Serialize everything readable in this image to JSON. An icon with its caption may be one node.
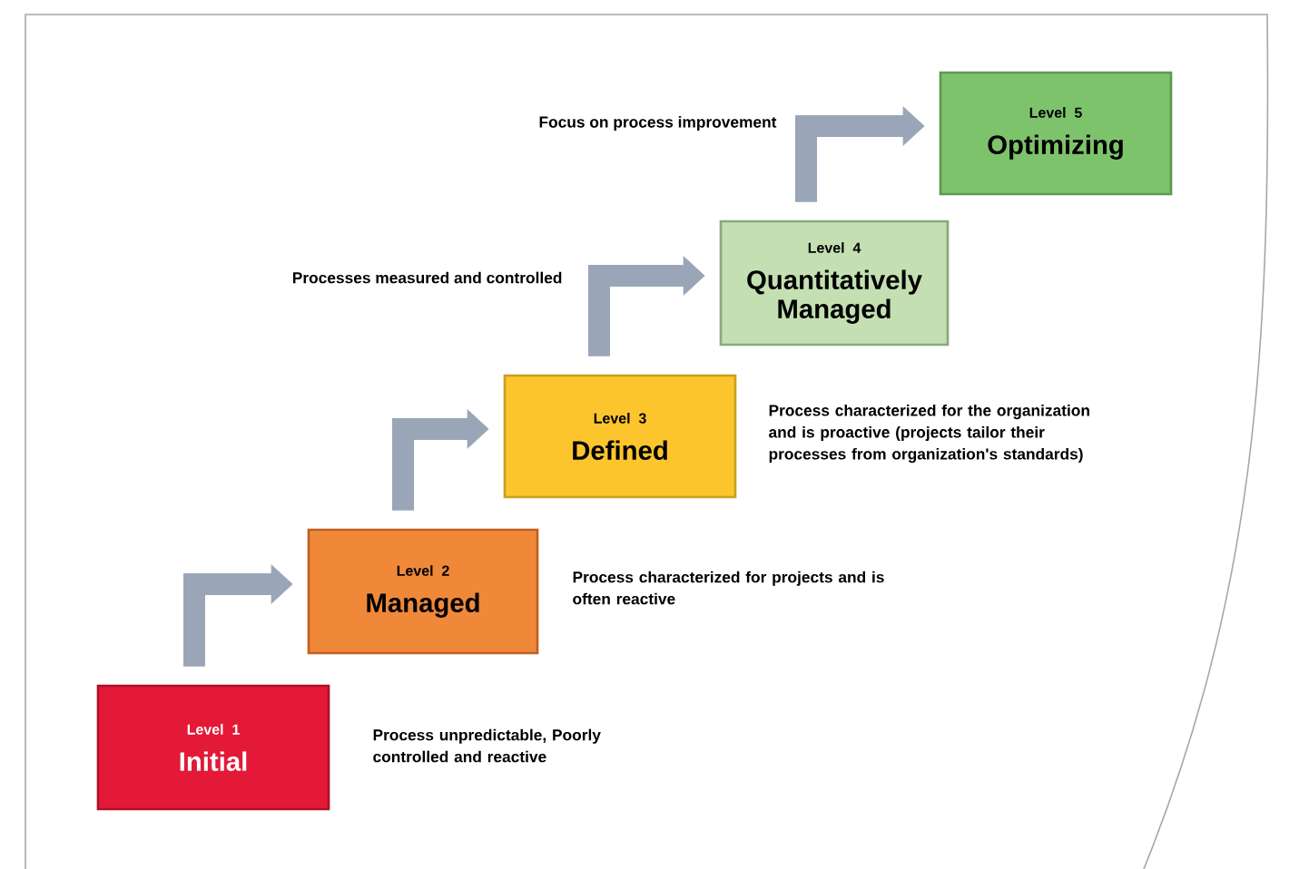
{
  "diagram": {
    "nodes": [
      {
        "text": [
          "Level 1",
          "Initial"
        ],
        "beside": [
          "Process unpredictable, Poorly controlled and reactive"
        ]
      },
      {
        "text": [
          "Level 2",
          "Managed"
        ],
        "beside": [
          "Process characterized for projects and is often reactive"
        ]
      },
      {
        "text": [
          "Level 3",
          "Defined"
        ],
        "beside": [
          "Process characterized for the organization and is proactive (projects tailor their processes from organization's standards)"
        ]
      },
      {
        "text": [
          "Level 4",
          "Quantitatively Managed"
        ]
      },
      {
        "text": [
          "Level 5",
          "Optimizing"
        ]
      }
    ],
    "edges": [
      {
        "from": 0,
        "to": 1,
        "arrow": "to"
      },
      {
        "from": 1,
        "to": 2,
        "arrow": "to"
      },
      {
        "from": 2,
        "to": 3,
        "arrow": "to"
      },
      {
        "from": 3,
        "to": 4,
        "arrow": "to"
      }
    ],
    "labels": [
      "Focus on process improvement",
      "Processes measured and controlled"
    ]
  }
}
